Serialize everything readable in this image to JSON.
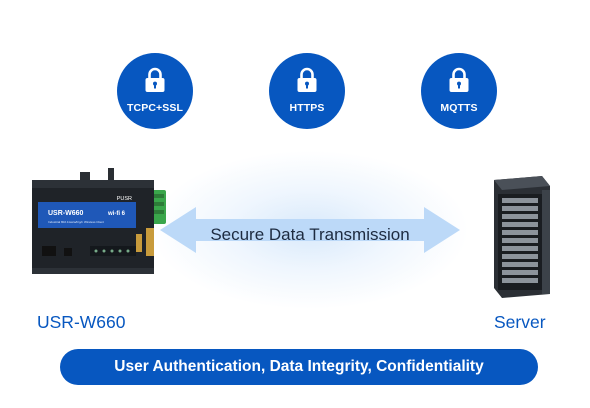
{
  "protocols": [
    {
      "label": "TCPC+SSL",
      "icon": "lock-icon"
    },
    {
      "label": "HTTPS",
      "icon": "lock-icon"
    },
    {
      "label": "MQTTS",
      "icon": "lock-icon"
    }
  ],
  "transmission_label": "Secure Data Transmission",
  "device": {
    "caption": "USR-W660",
    "brand_text": "PUSR",
    "model_text": "USR-W660",
    "wifi_text": "wi-fi 6",
    "subtitle": "Industrial 802.11ax/a/b/g/n Wireless Client"
  },
  "server": {
    "caption": "Server"
  },
  "features_bar": "User Authentication, Data Integrity, Confidentiality",
  "colors": {
    "accent": "#0757c0",
    "arrow": "#bcd9f8",
    "device_body": "#1f2328",
    "device_label": "#1f58b8"
  }
}
